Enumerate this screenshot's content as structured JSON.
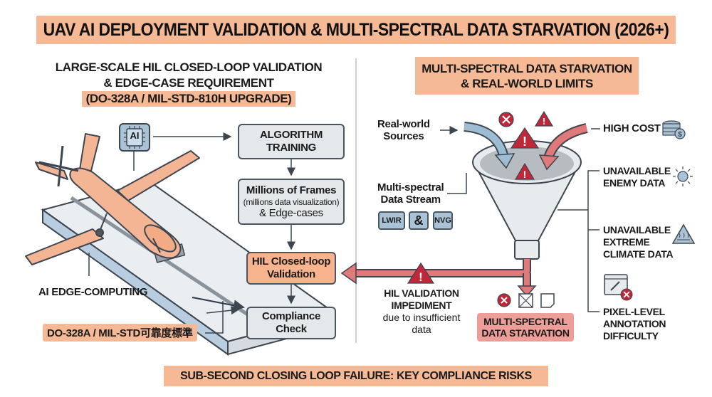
{
  "title": "UAV AI DEPLOYMENT VALIDATION & MULTI-SPECTRAL DATA STARVATION (2026+)",
  "left_panel": {
    "heading_line1": "LARGE-SCALE HIL CLOSED-LOOP VALIDATION",
    "heading_line2": "& EDGE-CASE REQUIREMENT",
    "heading_highlight": "(DO-328A / MIL-STD-810H UPGRADE)",
    "ai_chip_label": "AI",
    "edge_computing_label": "AI EDGE-COMPUTING",
    "standard_pill": "DO-328A / MIL-STD可靠度標準",
    "flow": [
      {
        "line1": "ALGORITHM",
        "line2": "TRAINING"
      },
      {
        "line1": "Millions of Frames",
        "sub": "(millions data visualization)",
        "line3": "& Edge-cases"
      },
      {
        "line1": "HIL Closed-loop",
        "line2": "Validation"
      },
      {
        "line1": "Compliance",
        "line2": "Check"
      }
    ]
  },
  "right_panel": {
    "heading_line1": "MULTI-SPECTRAL DATA STARVATION",
    "heading_line2": "& REAL-WORLD LIMITS",
    "real_world_line1": "Real-world",
    "real_world_line2": "Sources",
    "stream_line1": "Multi-spectral",
    "stream_line2": "Data Stream",
    "tags": [
      "LWIR",
      "&",
      "NVG"
    ],
    "limits": [
      {
        "lines": [
          "HIGH COST"
        ],
        "icon": "coins-dollar-icon"
      },
      {
        "lines": [
          "UNAVAILABLE",
          "ENEMY DATA"
        ],
        "icon": "skull-radiating-icon"
      },
      {
        "lines": [
          "UNAVAILABLE",
          "EXTREME",
          "CLIMATE DATA"
        ],
        "icon": "heat-warning-icon"
      },
      {
        "lines": [
          "PIXEL-LEVEL",
          "ANNOTATION",
          "DIFFICULTY"
        ],
        "icon": "annotation-error-icon"
      }
    ],
    "impediment_line1": "HIL VALIDATION",
    "impediment_line2": "IMPEDIMENT",
    "impediment_line3": "due to insufficient",
    "impediment_line4": "data",
    "starvation_line1": "MULTI-SPECTRAL",
    "starvation_line2": "DATA STARVATION"
  },
  "footer": "SUB-SECOND CLOSING LOOP FAILURE: KEY COMPLIANCE RISKS",
  "colors": {
    "peach": "#f6b996",
    "orange_box": "#f6b38e",
    "gray_box": "#e5e8ea",
    "blue_tag": "#a9c2d6",
    "red_alert": "#c0283a",
    "red_arrow": "#e0797a",
    "blue_arrow": "#9dbdd2",
    "stroke": "#4b5560"
  }
}
